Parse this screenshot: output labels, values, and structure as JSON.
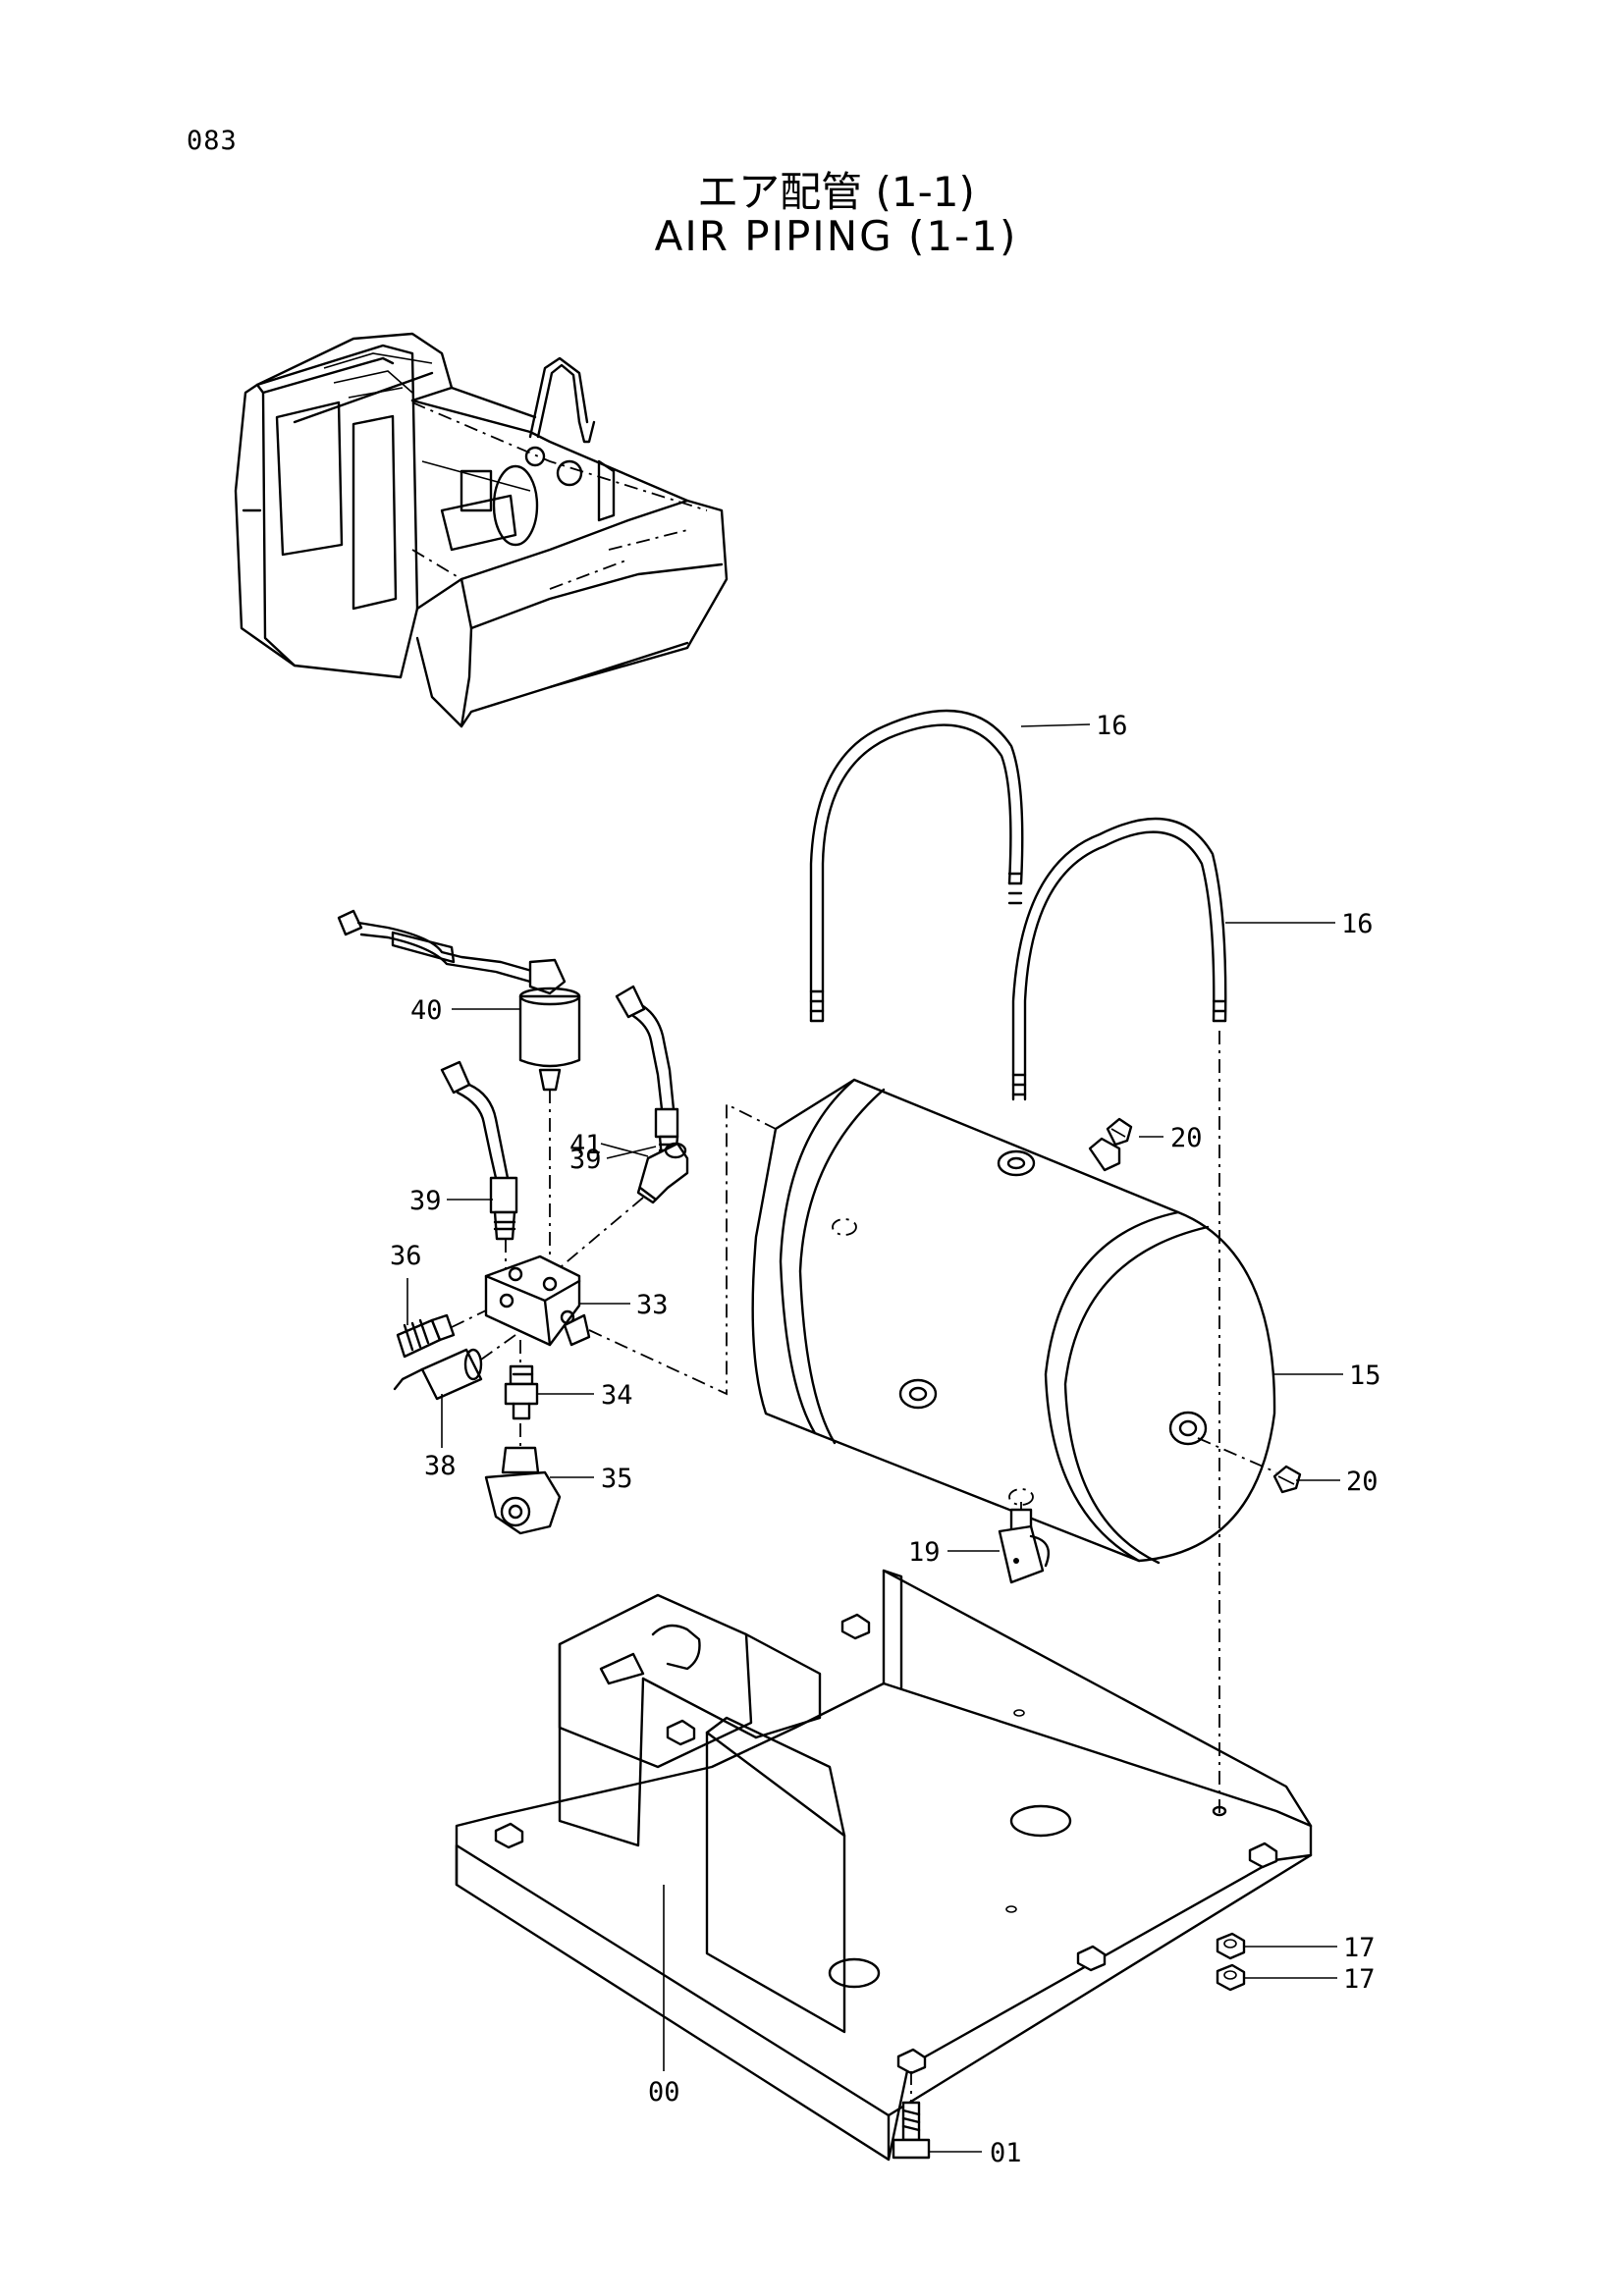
{
  "page_number": "083",
  "title_jp": "エア配管 (1-1)",
  "title_en": "AIR PIPING (1-1)",
  "callouts": {
    "c16a": "16",
    "c16b": "16",
    "c40": "40",
    "c39a": "39",
    "c39b": "39",
    "c41": "41",
    "c20a": "20",
    "c36": "36",
    "c33": "33",
    "c15": "15",
    "c34": "34",
    "c38": "38",
    "c35": "35",
    "c20b": "20",
    "c19": "19",
    "c17a": "17",
    "c17b": "17",
    "c00": "00",
    "c01": "01"
  }
}
